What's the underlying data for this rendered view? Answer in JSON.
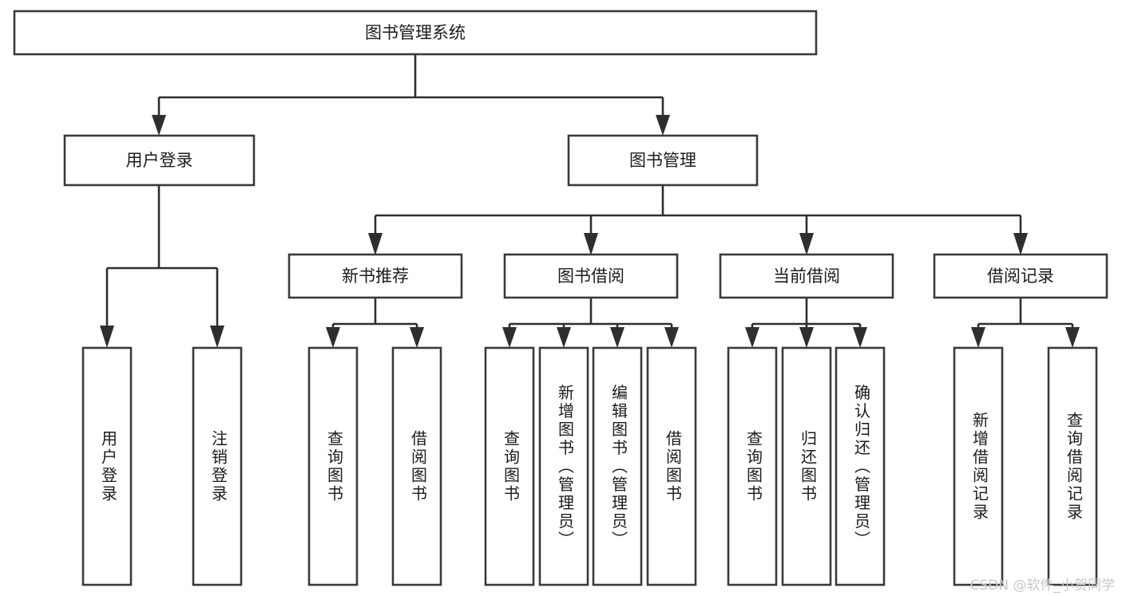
{
  "diagram": {
    "type": "tree",
    "title": "图书管理系统",
    "orientation": "top-down",
    "watermark": "CSDN @软件_小贺同学",
    "colors": {
      "box_stroke": "#3a3a3a",
      "box_fill": "#ffffff",
      "connector": "#2e2e2e",
      "text": "#1b1b1b",
      "background": "#ffffff",
      "watermark": "#c9c9c9"
    },
    "nodes": {
      "root": {
        "label": "图书管理系统"
      },
      "level1": [
        {
          "label": "用户登录"
        },
        {
          "label": "图书管理"
        }
      ],
      "level2": [
        {
          "label": "新书推荐"
        },
        {
          "label": "图书借阅"
        },
        {
          "label": "当前借阅"
        },
        {
          "label": "借阅记录"
        }
      ],
      "leaves_user_login": [
        {
          "label": "用户登录"
        },
        {
          "label": "注销登录"
        }
      ],
      "leaves_new_book": [
        {
          "label": "查询图书"
        },
        {
          "label": "借阅图书"
        }
      ],
      "leaves_borrow": [
        {
          "label": "查询图书"
        },
        {
          "label": "新增图书（管理员）"
        },
        {
          "label": "编辑图书（管理员）"
        },
        {
          "label": "借阅图书"
        }
      ],
      "leaves_current": [
        {
          "label": "查询图书"
        },
        {
          "label": "归还图书"
        },
        {
          "label": "确认归还（管理员）"
        }
      ],
      "leaves_records": [
        {
          "label": "新增借阅记录"
        },
        {
          "label": "查询借阅记录"
        }
      ]
    }
  }
}
